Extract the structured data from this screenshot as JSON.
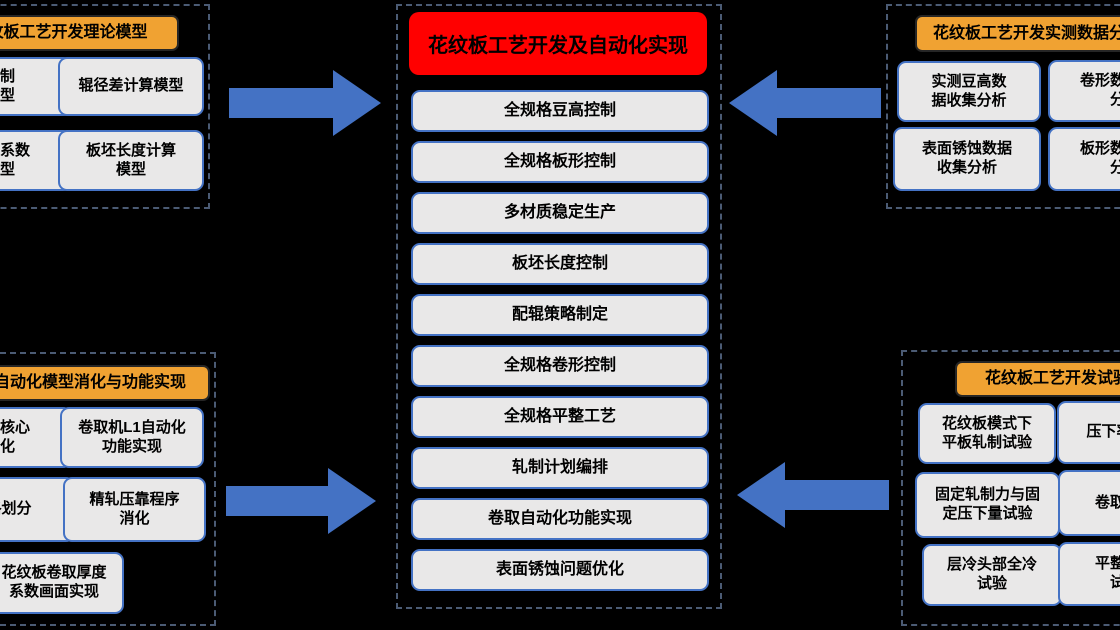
{
  "colors": {
    "background": "#000000",
    "accent_blue": "#4472C4",
    "box_fill": "#E9E8E8",
    "header_orange": "#F0A232",
    "title_red": "#FF0000",
    "dashed_border": "#4B5B74"
  },
  "center": {
    "title": "花纹板工艺开发及自动化实现",
    "items": [
      "全规格豆高控制",
      "全规格板形控制",
      "多材质稳定生产",
      "板坯长度控制",
      "配辊策略制定",
      "全规格卷形控制",
      "全规格平整工艺",
      "轧制计划编排",
      "卷取自动化功能实现",
      "表面锈蚀问题优化"
    ]
  },
  "theory_group": {
    "header": "花纹板工艺开发理论模型",
    "items": [
      "轧制\n模型",
      "辊径差计算模型",
      "豆高系数\n模型",
      "板坯长度计算\n模型"
    ]
  },
  "measured_group": {
    "header": "花纹板工艺开发实测数据分析",
    "items": [
      "实测豆高数\n据收集分析",
      "卷形数据收集\n分析",
      "表面锈蚀数据\n收集分析",
      "板形数据收集\n分析"
    ]
  },
  "automation_group": {
    "header": "自动化模型消化与功能实现",
    "items": [
      "模型核心\n消化",
      "卷取机L1自动化\n功能实现",
      "规格划分",
      "精轧压靠程序\n消化",
      "花纹板卷取厚度\n系数画面实现"
    ]
  },
  "test_group": {
    "header": "花纹板工艺开发试验",
    "items": [
      "花纹板模式下\n平板轧制试验",
      "压下率试验",
      "固定轧制力与固\n定压下量试验",
      "卷取试验",
      "层冷头部全冷\n试验",
      "平整工艺\n试验"
    ]
  },
  "icons": {
    "arrow_right": "block-arrow-right",
    "arrow_left": "block-arrow-left"
  }
}
